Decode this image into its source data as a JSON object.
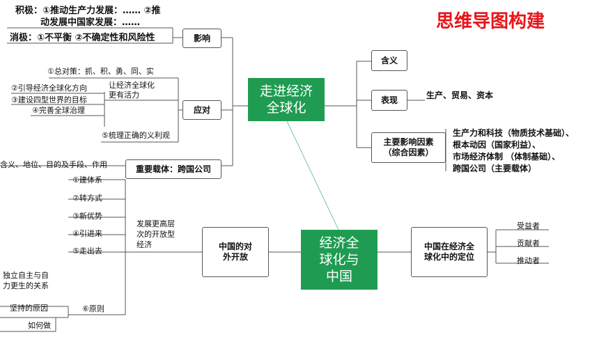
{
  "title": "思维导图构建",
  "top_center": "走进经济\n全球化",
  "bottom_center": "经济全\n球化与\n中国",
  "right_top": {
    "meaning": "含义",
    "manifestation": "表现",
    "manifestation_detail": "生产、贸易、资本",
    "factors": "主要影响因素\n（综合因素）",
    "factor_items": [
      "生产力和科技（物质技术基础）、",
      "根本动因（国家利益）、",
      "市场经济体制 （体制基础）、",
      "跨国公司（主要载体）"
    ]
  },
  "left_top": {
    "influence": "影响",
    "positive": "积极：①推动生产力发展：…… ②推",
    "positive_2": "动发展中国家发展：……",
    "negative": "消极：①不平衡 ②不确定性和风险性",
    "response": "应对",
    "resp_1": "①总对策：抓、积、勇、同、实",
    "resp_2": "②引导经济全球化方向",
    "resp_3": "③建设四型世界的目标",
    "resp_4": "④完善全球治理",
    "resp_side": "让经济全球化\n更有活力",
    "resp_5": "⑤梳理正确的义利观",
    "carrier": "重要载体：跨国公司",
    "carrier_detail": "含义、地位、目的及手段、作用"
  },
  "left_bottom": {
    "opening": "中国的对\n外开放",
    "higher_level": "发展更高层\n次的开放型\n经济",
    "items": [
      "①建体系",
      "②转方式",
      "③新优势",
      "④引进来",
      "⑤走出去"
    ],
    "principle": "⑥原则",
    "independence": "独立自主与自\n力更生的关系",
    "reason": "坚持的原因",
    "how": "如何做"
  },
  "right_bottom": {
    "position": "中国在经济全\n球化中的定位",
    "roles": [
      "受益者",
      "贡献者",
      "推动者"
    ]
  }
}
